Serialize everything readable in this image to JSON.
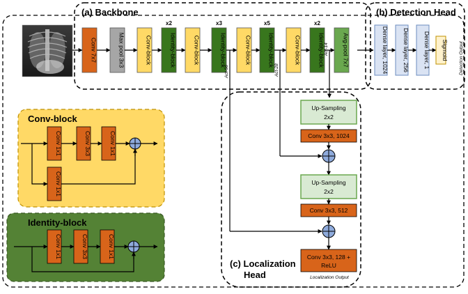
{
  "sections": {
    "backbone": "(a) Backbone",
    "detection_head": "(b) Detection Head",
    "localization_head_l1": "(c) Localization",
    "localization_head_l2": "Head"
  },
  "backbone_blocks": [
    {
      "label": "Conv 7x7",
      "color": "#d8641a"
    },
    {
      "label": "Max pool 3x3",
      "color": "#a6a6a6"
    },
    {
      "label": "Conv-block",
      "color": "#ffd966"
    },
    {
      "label": "Identity-block",
      "color": "#38761d",
      "multiplier": "x2"
    },
    {
      "label": "Conv-block",
      "color": "#ffd966"
    },
    {
      "label": "Identity-block",
      "color": "#38761d",
      "multiplier": "x3"
    },
    {
      "label": "Conv-block",
      "color": "#ffd966"
    },
    {
      "label": "Identity-block",
      "color": "#38761d",
      "multiplier": "x5"
    },
    {
      "label": "Conv-block",
      "color": "#ffd966"
    },
    {
      "label": "Identity-block",
      "color": "#38761d",
      "multiplier": "x2"
    },
    {
      "label": "Avg-pool 7x7",
      "color": "#6aa84f"
    }
  ],
  "activations": {
    "act56": "Act-56",
    "act28": "Act-28",
    "act14": "Act-14"
  },
  "detection_blocks": [
    {
      "label": "Dense layer, 1024"
    },
    {
      "label": "Dense layer, 256"
    },
    {
      "label": "Dense layer, 1"
    },
    {
      "label": "Sigmoid"
    }
  ],
  "detection_output": "Detection Output",
  "localization_blocks": {
    "up1_l1": "Up-Sampling",
    "up1_l2": "2x2",
    "conv1": "Conv 3x3, 1024",
    "up2_l1": "Up-Sampling",
    "up2_l2": "2x2",
    "conv2": "Conv 3x3, 512",
    "conv3_l1": "Conv 3x3, 128 +",
    "conv3_l2": "ReLU"
  },
  "localization_output": "Localization Output",
  "conv_block_legend": {
    "title": "Conv-block",
    "top": [
      "Conv 1x1",
      "Conv 3x3",
      "Conv 1x1"
    ],
    "shortcut": "Conv 1x1"
  },
  "identity_block_legend": {
    "title": "Identity-block",
    "row": [
      "Conv 1x1",
      "Conv 3x3",
      "Conv 1x1"
    ]
  },
  "colors": {
    "conv_orange": "#d8641a",
    "conv_block_yellow": "#ffd966",
    "identity_green": "#38761d",
    "upsample_green": "#d9ead3",
    "dense_blue": "#dae3f3",
    "sum_blue": "#8eaadb"
  }
}
